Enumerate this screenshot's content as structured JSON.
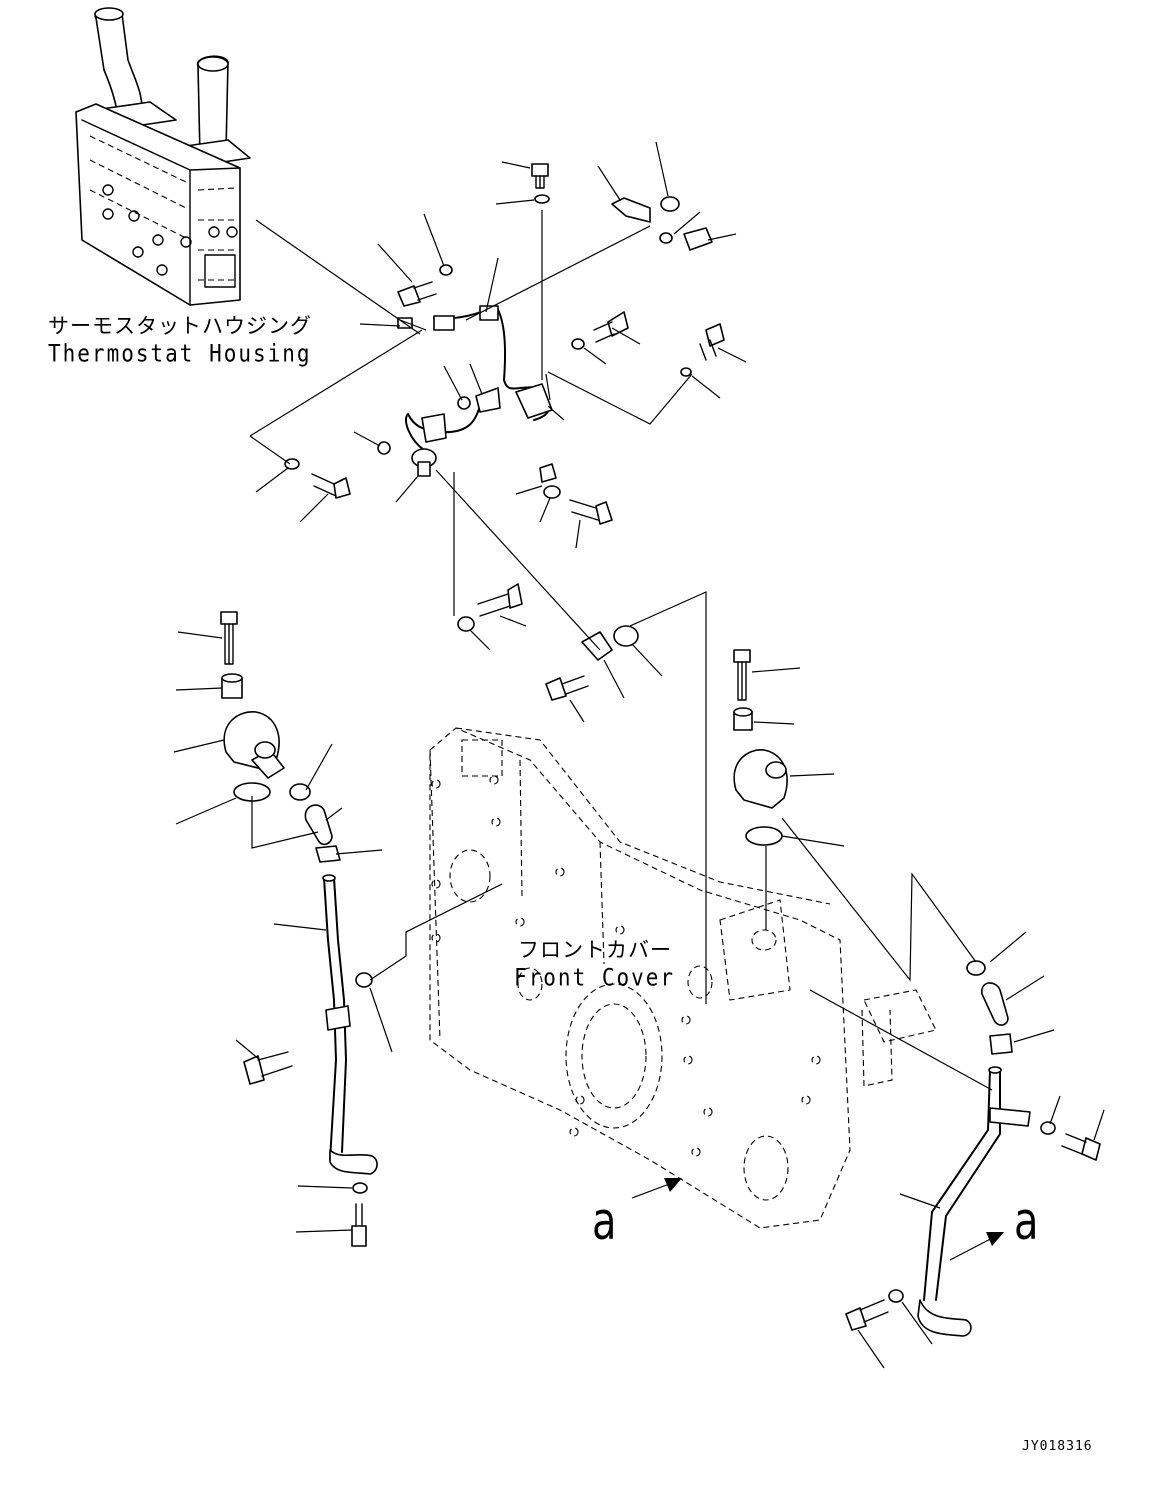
{
  "labels": {
    "thermostat_housing_jp": "サーモスタットハウジング",
    "thermostat_housing_en": "Thermostat Housing",
    "front_cover_jp": "フロントカバー",
    "front_cover_en": "Front Cover",
    "view_a_left": "a",
    "view_a_right": "a",
    "drawing_code": "JY018316"
  }
}
